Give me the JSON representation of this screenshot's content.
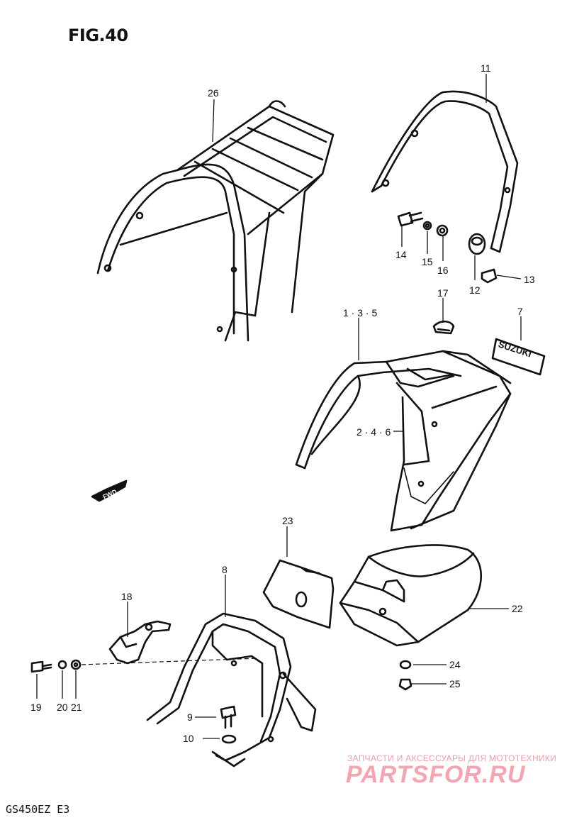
{
  "figure": {
    "title": "FIG.40",
    "model": "GS450EZ E3"
  },
  "badge_text": "FWD",
  "emblem_text": "SUZUKI",
  "watermark": {
    "tagline": "ЗАПЧАСТИ И АКСЕССУАРЫ ДЛЯ МОТОТЕХНИКИ",
    "logo": "PARTSFOR.RU"
  },
  "callouts": {
    "p26": "26",
    "p11": "11",
    "p14": "14",
    "p15": "15",
    "p16": "16",
    "p12": "12",
    "p13": "13",
    "p17": "17",
    "p135": "1 · 3 · 5",
    "p246": "2 · 4 · 6",
    "p7": "7",
    "p23": "23",
    "p8": "8",
    "p18": "18",
    "p22": "22",
    "p24": "24",
    "p25": "25",
    "p19": "19",
    "p20": "20",
    "p21": "21",
    "p9": "9",
    "p10": "10"
  }
}
